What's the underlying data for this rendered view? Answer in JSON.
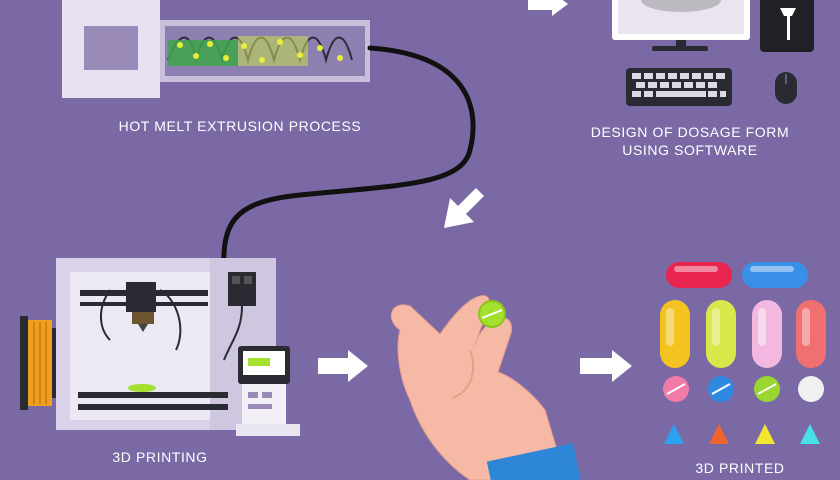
{
  "captions": {
    "hot_melt_extrusion": "HOT MELT EXTRUSION PROCESS",
    "design_line1": "DESIGN OF DOSAGE FORM",
    "design_line2": "USING SOFTWARE",
    "printing": "3D PRINTING",
    "printed": "3D PRINTED"
  },
  "colors": {
    "background": "#7b69a6",
    "arrow": "#ffffff",
    "filament_wire": "#111111",
    "pill_red": "#e8244f",
    "pill_blue": "#3a8fe8",
    "pill_yellow": "#f4c320",
    "pill_lime": "#d8e84a",
    "pill_pink": "#f2b8e0",
    "pill_coral": "#f07070",
    "tablet_pink": "#f07aa8",
    "tablet_blue": "#2e8ae0",
    "tablet_green": "#9ad630",
    "tablet_white": "#f0f0f0",
    "triangle_blue": "#2ea0f0",
    "triangle_orange": "#f0642e",
    "triangle_yellow": "#f4e62e",
    "triangle_cyan": "#4ae0e8"
  },
  "icons": [
    "extruder-icon",
    "monitor-icon",
    "keyboard-icon",
    "mouse-icon",
    "computer-tower-icon",
    "3d-printer-icon",
    "filament-spool-icon",
    "hand-holding-tablet-icon",
    "capsule-icon",
    "tablet-icon",
    "triangle-tablet-icon",
    "arrow-right-icon",
    "arrow-down-left-icon"
  ]
}
